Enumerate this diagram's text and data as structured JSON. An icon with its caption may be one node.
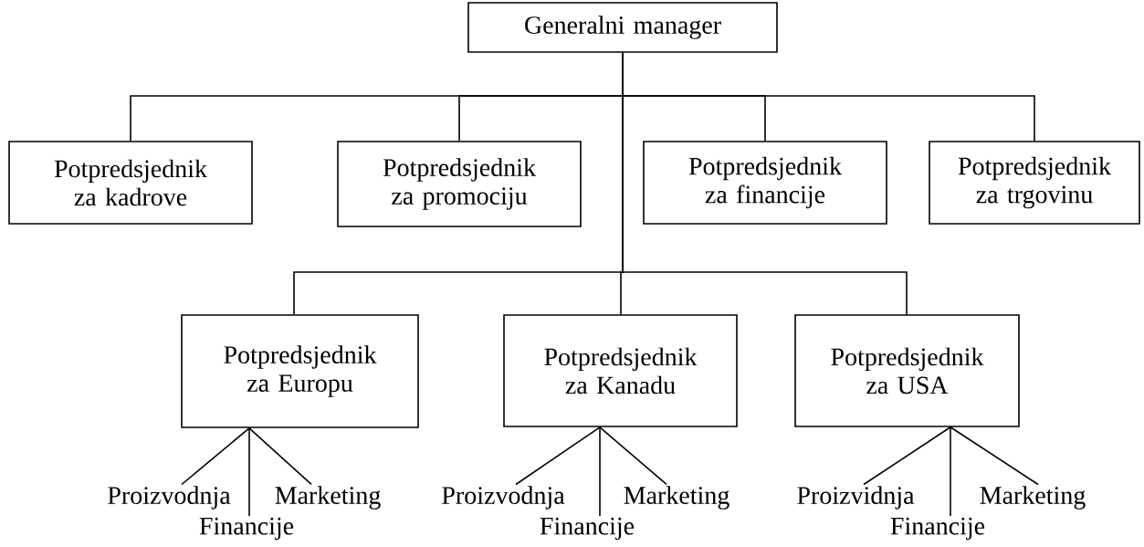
{
  "diagram": {
    "nodes": [
      {
        "text": [
          "Generalni manager"
        ]
      },
      {
        "text": [
          "Potpredsjednik za kadrove"
        ]
      },
      {
        "text": [
          "Potpredsjednik za promociju"
        ]
      },
      {
        "text": [
          "Potpredsjednik za financije"
        ]
      },
      {
        "text": [
          "Potpredsjednik za trgovinu"
        ]
      },
      {
        "text": [
          "Potpredsjednik za Europu"
        ]
      },
      {
        "text": [
          "Potpredsjednik za Kanadu"
        ]
      },
      {
        "text": [
          "Potpredsjednik za USA"
        ]
      },
      {
        "text": [
          "Proizvodnja"
        ]
      },
      {
        "text": [
          "Marketing"
        ]
      },
      {
        "text": [
          "Financije"
        ]
      },
      {
        "text": [
          "Proizvodnja"
        ]
      },
      {
        "text": [
          "Marketing"
        ]
      },
      {
        "text": [
          "Financije"
        ]
      },
      {
        "text": [
          "Proizvidnja"
        ]
      },
      {
        "text": [
          "Marketing"
        ]
      },
      {
        "text": [
          "Financije"
        ]
      }
    ],
    "edges": [
      {
        "from": 0,
        "to": 1,
        "arrow": "none"
      },
      {
        "from": 0,
        "to": 2,
        "arrow": "none"
      },
      {
        "from": 0,
        "to": 3,
        "arrow": "none"
      },
      {
        "from": 0,
        "to": 4,
        "arrow": "none"
      },
      {
        "from": 0,
        "to": 5,
        "arrow": "none"
      },
      {
        "from": 0,
        "to": 6,
        "arrow": "none"
      },
      {
        "from": 0,
        "to": 7,
        "arrow": "none"
      },
      {
        "from": 5,
        "to": 8,
        "arrow": "none"
      },
      {
        "from": 5,
        "to": 9,
        "arrow": "none"
      },
      {
        "from": 5,
        "to": 10,
        "arrow": "none"
      },
      {
        "from": 6,
        "to": 11,
        "arrow": "none"
      },
      {
        "from": 6,
        "to": 12,
        "arrow": "none"
      },
      {
        "from": 6,
        "to": 13,
        "arrow": "none"
      },
      {
        "from": 7,
        "to": 14,
        "arrow": "none"
      },
      {
        "from": 7,
        "to": 15,
        "arrow": "none"
      },
      {
        "from": 7,
        "to": 16,
        "arrow": "none"
      }
    ]
  }
}
